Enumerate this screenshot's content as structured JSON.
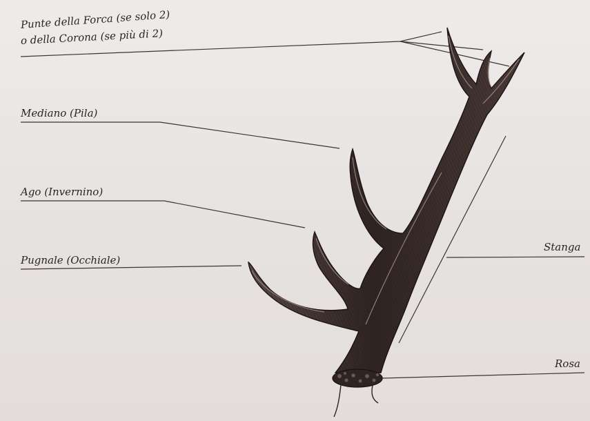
{
  "labels": {
    "punte_line1": "Punte della Forca (se solo 2)",
    "punte_line2": "o della Corona (se più di 2)",
    "mediano": "Mediano (Pila)",
    "ago": "Ago (Invernino)",
    "pugnale": "Pugnale (Occhiale)",
    "stanga": "Stanga",
    "rosa": "Rosa"
  },
  "colors": {
    "paper": "#e9e5e3",
    "ink": "#2a2422",
    "antler_dark": "#3a2d2b",
    "antler_light": "#8a7670"
  },
  "icons": {
    "antler": "red-deer-antler-drawing"
  }
}
